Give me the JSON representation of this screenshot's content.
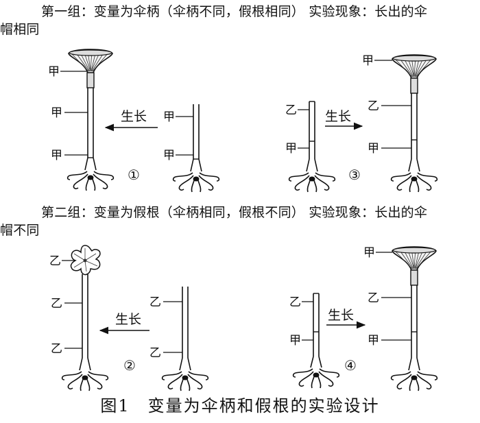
{
  "group1": {
    "line1": "第一组：变量为伞柄（伞柄不同，假根相同） 实验现象：长出的伞",
    "line2": "帽相同"
  },
  "group2": {
    "line1": "第二组：变量为假根（伞柄相同，假根不同） 实验现象：长出的伞",
    "line2": "帽不同"
  },
  "labels": {
    "jia": "甲",
    "yi": "乙"
  },
  "arrow_text": "生长",
  "panels": {
    "p1": {
      "number": "①"
    },
    "p2": {
      "number": "②"
    },
    "p3": {
      "number": "③"
    },
    "p4": {
      "number": "④"
    }
  },
  "caption": {
    "figure": "图1",
    "title": "变量为伞柄和假根的实验设计"
  }
}
